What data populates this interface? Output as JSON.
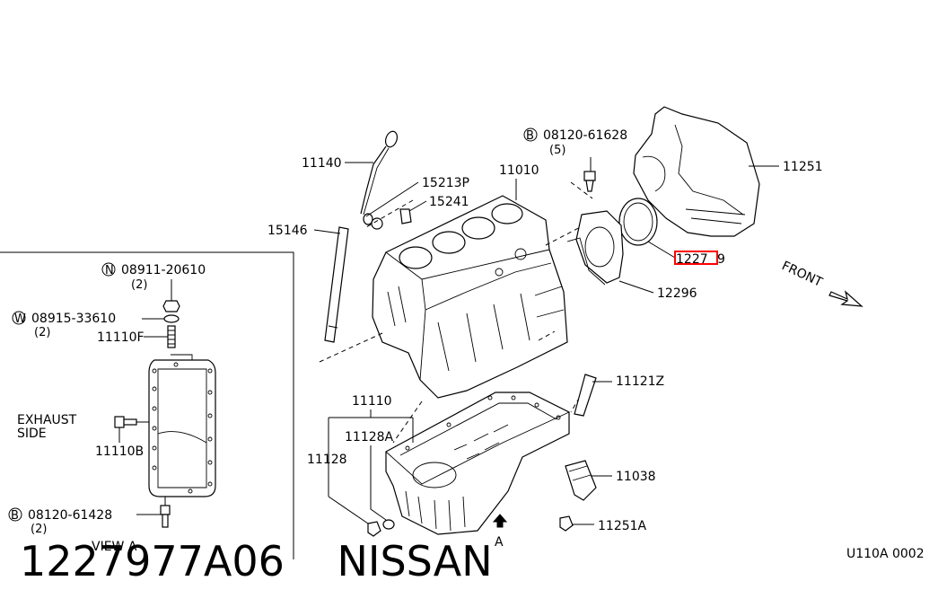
{
  "labels": {
    "p11140": "11140",
    "p15213p": "15213P",
    "p15241": "15241",
    "p11010": "11010",
    "p15146": "15146",
    "bolt_b1_prefix": "B",
    "bolt_b1_code": "08120-61628",
    "bolt_b1_qty": "(5)",
    "p11251": "11251",
    "p12279_hi": "1227",
    "p12279_tail": "9",
    "p12296": "12296",
    "front": "FRONT",
    "p11121z": "11121Z",
    "p11110": "11110",
    "p11128a": "11128A",
    "p11128": "11128",
    "p11038": "11038",
    "p11251a": "11251A",
    "view_marker": "A",
    "drawing_id": "U110A 0002"
  },
  "view_a": {
    "nut_prefix": "N",
    "nut_code": "08911-20610",
    "nut_qty": "(2)",
    "washer_prefix": "W",
    "washer_code": "08915-33610",
    "washer_qty": "(2)",
    "stud": "11110F",
    "exhaust_line1": "EXHAUST",
    "exhaust_line2": "SIDE",
    "bolt_side": "11110B",
    "bolt_b2_prefix": "B",
    "bolt_b2_code": "08120-61428",
    "bolt_b2_qty": "(2)",
    "title": "VIEW A"
  },
  "caption": {
    "part_number": "1227977A06",
    "brand": "NISSAN"
  },
  "colors": {
    "highlight": "#ff0000",
    "line": "#000000",
    "background": "#ffffff"
  }
}
